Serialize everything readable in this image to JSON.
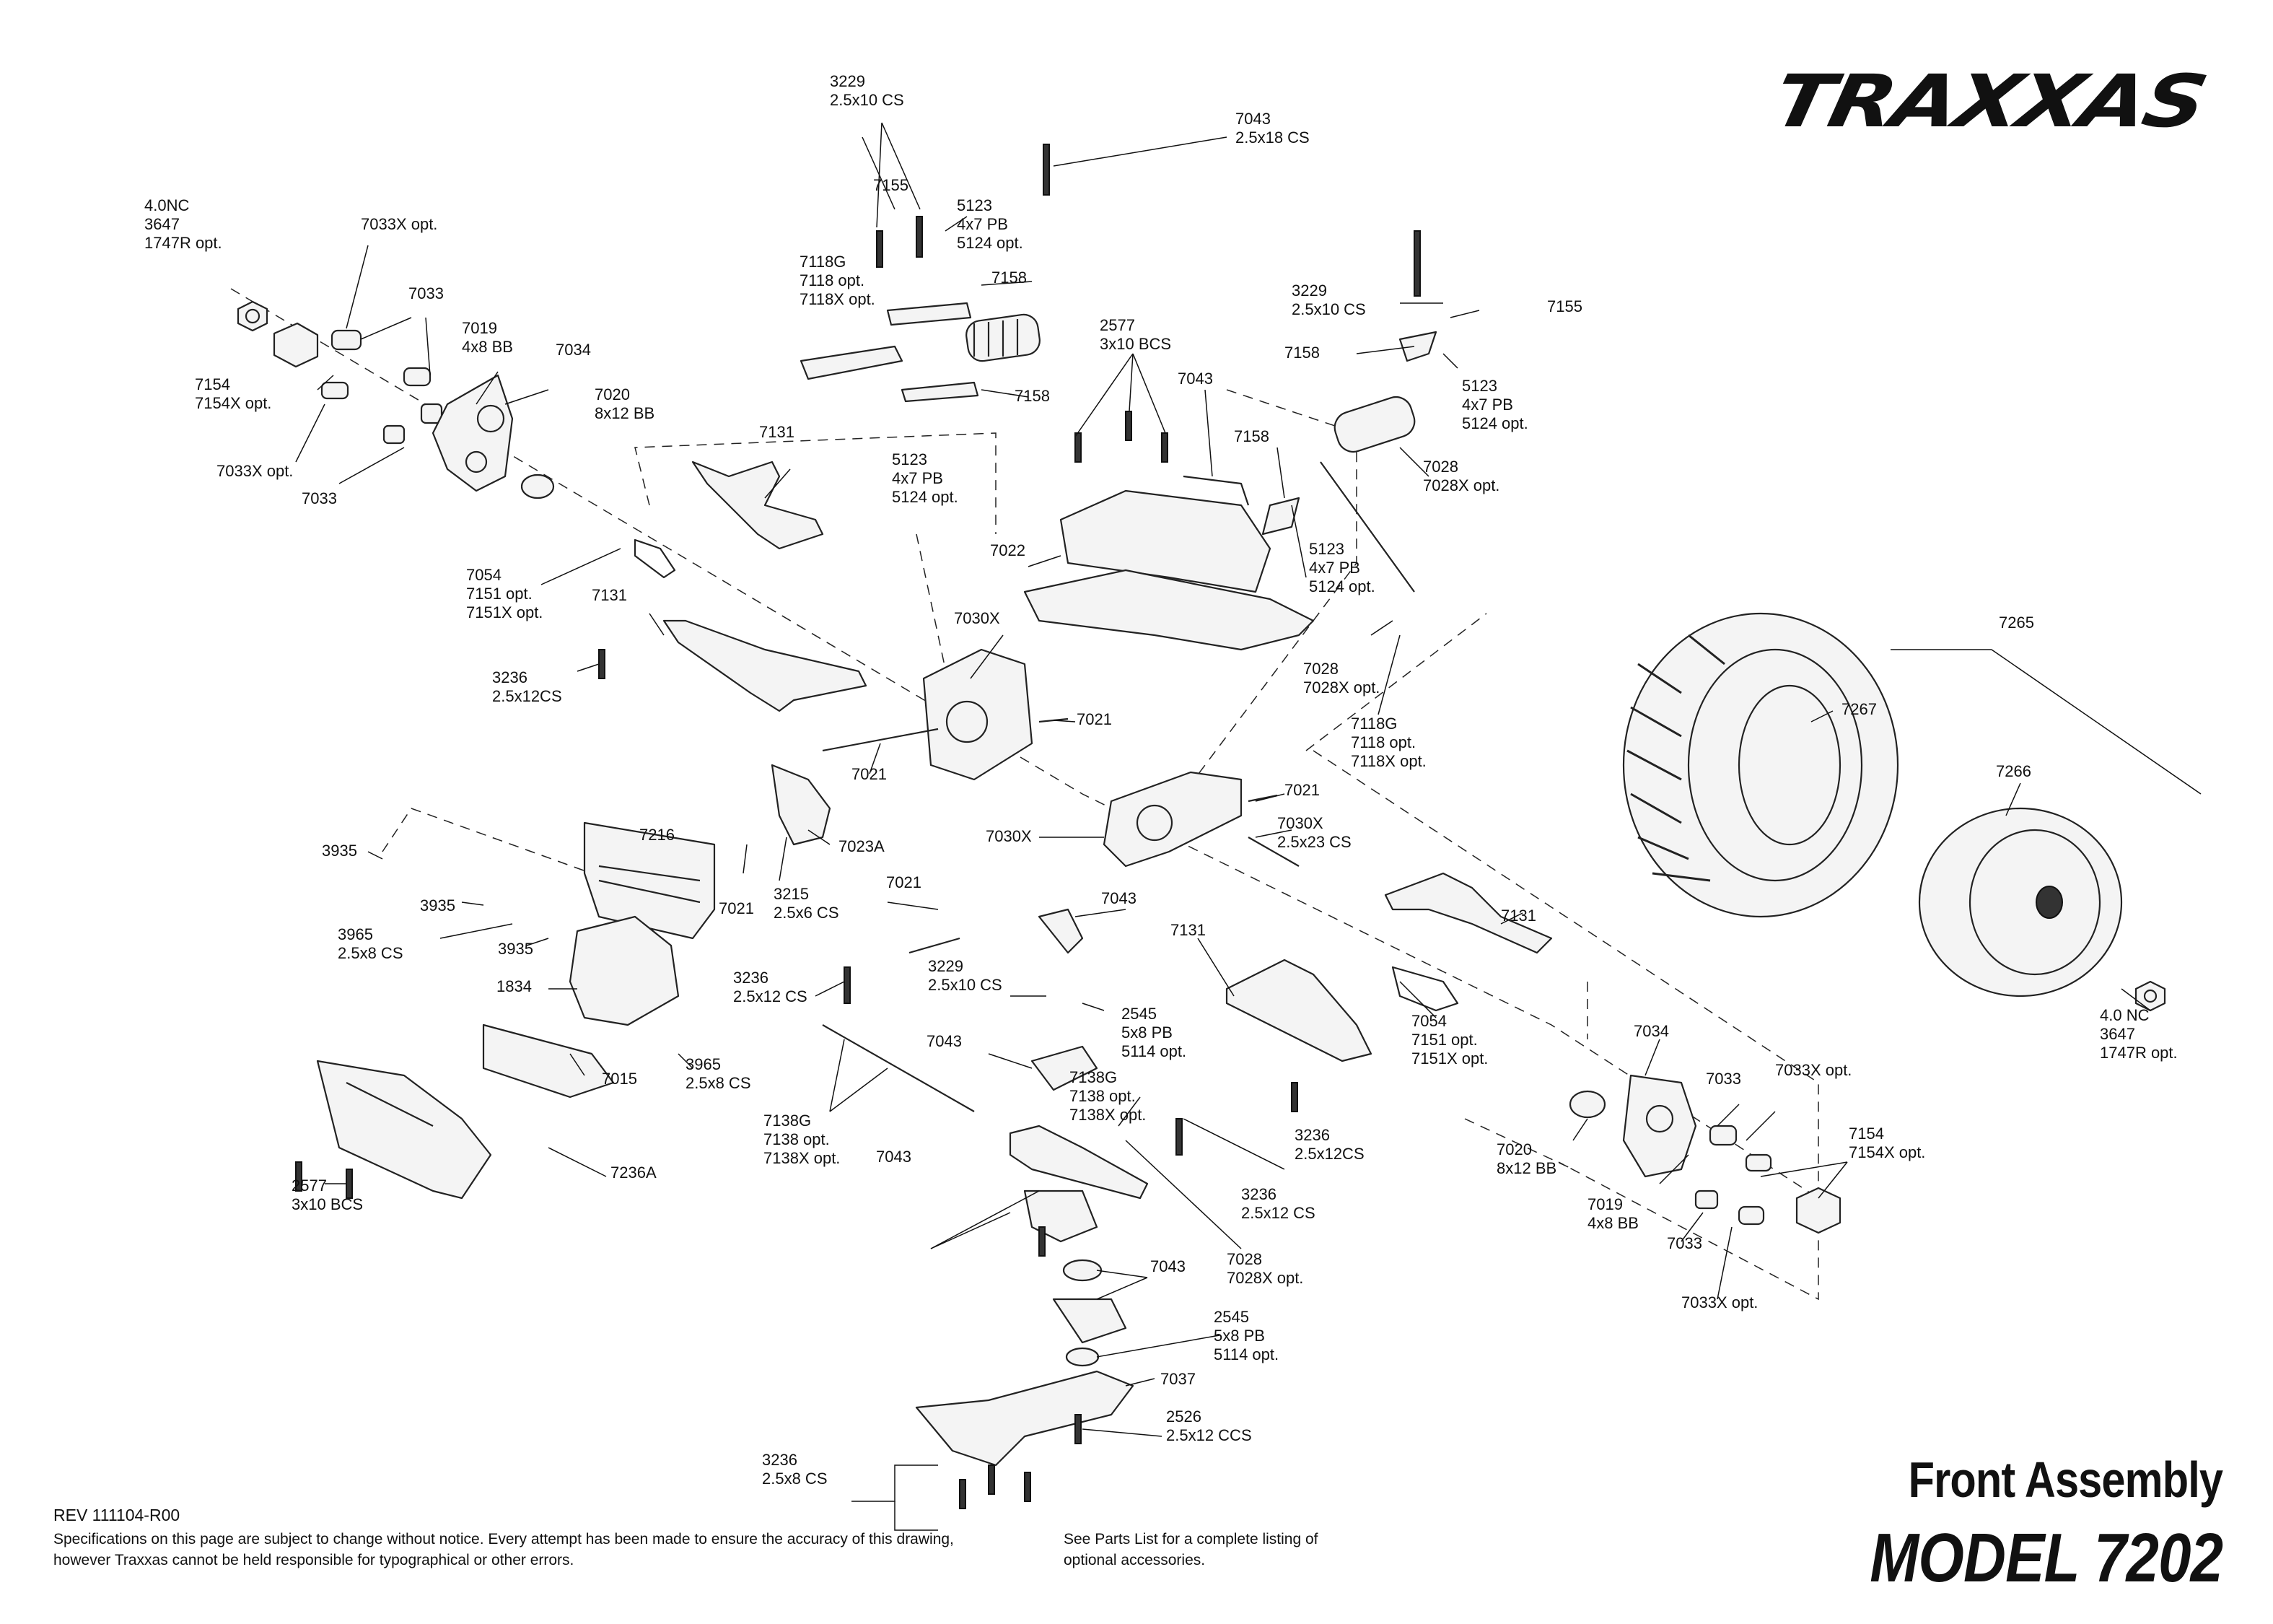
{
  "brand": "TRAXXAS",
  "assembly_title": "Front Assembly",
  "model_title": "MODEL 7202",
  "rev": "REV 111104-R00",
  "disclaimer": "Specifications on this page are subject to change without notice.  Every attempt has been made to ensure the accuracy of this drawing, however Traxxas cannot be held responsible for typographical or other errors.",
  "parts_note": "See Parts List for a complete listing of optional accessories.",
  "labels": {
    "l3229_top": [
      "3229",
      "2.5x10 CS"
    ],
    "l7043_top": [
      "7043",
      "2.5x18 CS"
    ],
    "l4nc_left": [
      "4.0NC",
      "3647",
      "1747R opt."
    ],
    "l7033x_tl": [
      "7033X opt."
    ],
    "l7033_tl": [
      "7033"
    ],
    "l7019_l": [
      "7019",
      "4x8 BB"
    ],
    "l7034_l": [
      "7034"
    ],
    "l7154_l": [
      "7154",
      "7154X opt."
    ],
    "l7020_l": [
      "7020",
      "8x12 BB"
    ],
    "l7033x_ml": [
      "7033X opt."
    ],
    "l7033_ml": [
      "7033"
    ],
    "l7155_l": [
      "7155"
    ],
    "l5123_a": [
      "5123",
      "4x7 PB",
      "5124 opt."
    ],
    "l7118g_a": [
      "7118G",
      "7118 opt.",
      "7118X opt."
    ],
    "l7158_a": [
      "7158"
    ],
    "l7158_b": [
      "7158"
    ],
    "l5123_b": [
      "5123",
      "4x7 PB",
      "5124 opt."
    ],
    "l2577_a": [
      "2577",
      "3x10 BCS"
    ],
    "l7043_b": [
      "7043"
    ],
    "l7131_a": [
      "7131"
    ],
    "l3229_r": [
      "3229",
      "2.5x10 CS"
    ],
    "l7155_r": [
      "7155"
    ],
    "l7158_r": [
      "7158"
    ],
    "l5123_r": [
      "5123",
      "4x7 PB",
      "5124 opt."
    ],
    "l7158_c": [
      "7158"
    ],
    "l7028_a": [
      "7028",
      "7028X opt."
    ],
    "l7022": [
      "7022"
    ],
    "l5123_c": [
      "5123",
      "4x7 PB",
      "5124 opt."
    ],
    "l7054_a": [
      "7054",
      "7151 opt.",
      "7151X opt."
    ],
    "l7131_b": [
      "7131"
    ],
    "l7030x_a": [
      "7030X"
    ],
    "l7028_b": [
      "7028",
      "7028X opt."
    ],
    "l7118g_b": [
      "7118G",
      "7118 opt.",
      "7118X opt."
    ],
    "l3236_a": [
      "3236",
      "2.5x12CS"
    ],
    "l7021_a": [
      "7021"
    ],
    "l7021_b": [
      "7021"
    ],
    "l7265": [
      "7265"
    ],
    "l7267": [
      "7267"
    ],
    "l7266": [
      "7266"
    ],
    "l7030x_b": [
      "7030X"
    ],
    "l7021_c": [
      "7021"
    ],
    "l7030x_c": [
      "7030X",
      "2.5x23 CS"
    ],
    "l3935_a": [
      "3935"
    ],
    "l7216": [
      "7216"
    ],
    "l7023a": [
      "7023A"
    ],
    "l3215": [
      "3215",
      "2.5x6 CS"
    ],
    "l7021_d": [
      "7021"
    ],
    "l7021_e": [
      "7021"
    ],
    "l7043_c": [
      "7043"
    ],
    "l3935_b": [
      "3935"
    ],
    "l3965_a": [
      "3965",
      "2.5x8 CS"
    ],
    "l3935_c": [
      "3935"
    ],
    "l1834": [
      "1834"
    ],
    "l3236_b": [
      "3236",
      "2.5x12 CS"
    ],
    "l3229_c": [
      "3229",
      "2.5x10 CS"
    ],
    "l2545_a": [
      "2545",
      "5x8 PB",
      "5114 opt."
    ],
    "l7131_c": [
      "7131"
    ],
    "l7131_d": [
      "7131"
    ],
    "l7054_b": [
      "7054",
      "7151 opt.",
      "7151X opt."
    ],
    "l7034_r": [
      "7034"
    ],
    "l4nc_r": [
      "4.0 NC",
      "3647",
      "1747R opt."
    ],
    "l7015": [
      "7015"
    ],
    "l3965_b": [
      "3965",
      "2.5x8 CS"
    ],
    "l7043_d": [
      "7043"
    ],
    "l7138g_a": [
      "7138G",
      "7138 opt.",
      "7138X opt."
    ],
    "l7138g_b": [
      "7138G",
      "7138 opt.",
      "7138X opt."
    ],
    "l7033_r": [
      "7033"
    ],
    "l7033x_r": [
      "7033X opt."
    ],
    "l7154_r": [
      "7154",
      "7154X opt."
    ],
    "l7043_e": [
      "7043"
    ],
    "l3236_c": [
      "3236",
      "2.5x12CS"
    ],
    "l7020_r": [
      "7020",
      "8x12 BB"
    ],
    "l2577_b": [
      "2577",
      "3x10 BCS"
    ],
    "l7236a": [
      "7236A"
    ],
    "l3236_d": [
      "3236",
      "2.5x12 CS"
    ],
    "l7019_r": [
      "7019",
      "4x8 BB"
    ],
    "l7033_r2": [
      "7033"
    ],
    "l7028_c": [
      "7028",
      "7028X opt."
    ],
    "l7043_f": [
      "7043"
    ],
    "l7033x_r2": [
      "7033X opt."
    ],
    "l2545_b": [
      "2545",
      "5x8 PB",
      "5114 opt."
    ],
    "l7037": [
      "7037"
    ],
    "l2526": [
      "2526",
      "2.5x12 CCS"
    ],
    "l3236_e": [
      "3236",
      "2.5x8 CS"
    ]
  }
}
